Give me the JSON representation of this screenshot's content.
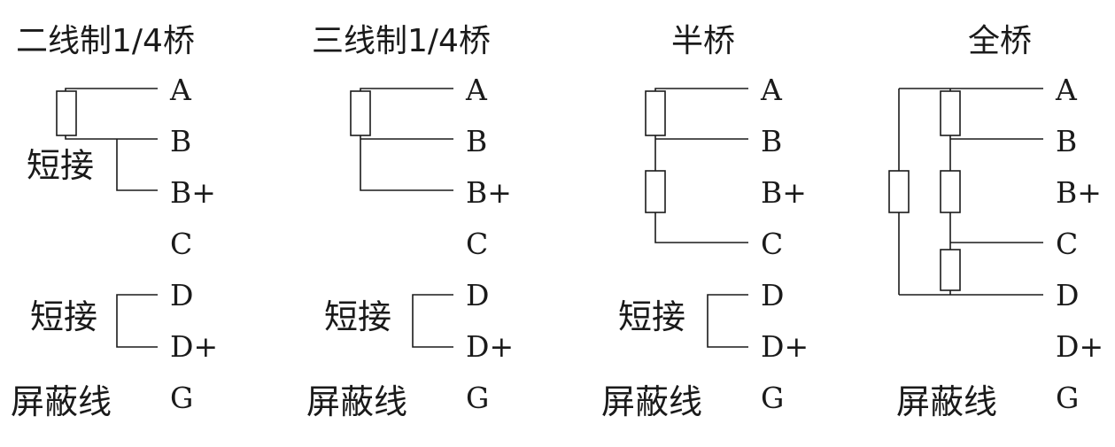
{
  "panels": [
    {
      "title": "二线制1/4桥",
      "terminals": [
        "A",
        "B",
        "B+",
        "C",
        "D",
        "D+",
        "G"
      ],
      "short_label_1": "短接",
      "short_label_2": "短接",
      "shield_label": "屏蔽线"
    },
    {
      "title": "三线制1/4桥",
      "terminals": [
        "A",
        "B",
        "B+",
        "C",
        "D",
        "D+",
        "G"
      ],
      "short_label": "短接",
      "shield_label": "屏蔽线"
    },
    {
      "title": "半桥",
      "terminals": [
        "A",
        "B",
        "B+",
        "C",
        "D",
        "D+",
        "G"
      ],
      "short_label": "短接",
      "shield_label": "屏蔽线"
    },
    {
      "title": "全桥",
      "terminals": [
        "A",
        "B",
        "B+",
        "C",
        "D",
        "D+",
        "G"
      ],
      "shield_label": "屏蔽线"
    }
  ]
}
